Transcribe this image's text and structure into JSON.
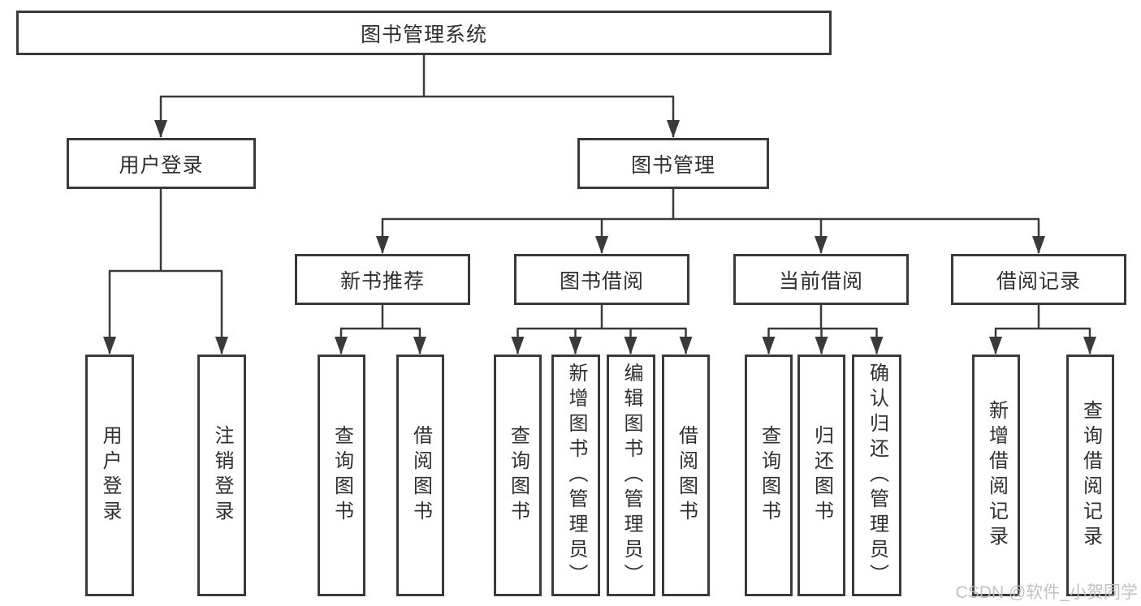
{
  "colors": {
    "line": "#3a3a3a",
    "text": "#2f2f2f",
    "watermark": "#bcbec4",
    "background": "#ffffff"
  },
  "watermark": "CSDN @软件_小贺同学",
  "tree": {
    "root": {
      "label": "图书管理系统"
    },
    "branches": [
      {
        "label": "用户登录",
        "children": [
          {
            "label": "用户登录"
          },
          {
            "label": "注销登录"
          }
        ]
      },
      {
        "label": "图书管理",
        "children": [
          {
            "label": "新书推荐",
            "children": [
              {
                "label": "查询图书"
              },
              {
                "label": "借阅图书"
              }
            ]
          },
          {
            "label": "图书借阅",
            "children": [
              {
                "label": "查询图书"
              },
              {
                "label": "新增图书（管理员）"
              },
              {
                "label": "编辑图书（管理员）"
              },
              {
                "label": "借阅图书"
              }
            ]
          },
          {
            "label": "当前借阅",
            "children": [
              {
                "label": "查询图书"
              },
              {
                "label": "归还图书"
              },
              {
                "label": "确认归还（管理员）"
              }
            ]
          },
          {
            "label": "借阅记录",
            "children": [
              {
                "label": "新增借阅记录"
              },
              {
                "label": "查询借阅记录"
              }
            ]
          }
        ]
      }
    ]
  }
}
